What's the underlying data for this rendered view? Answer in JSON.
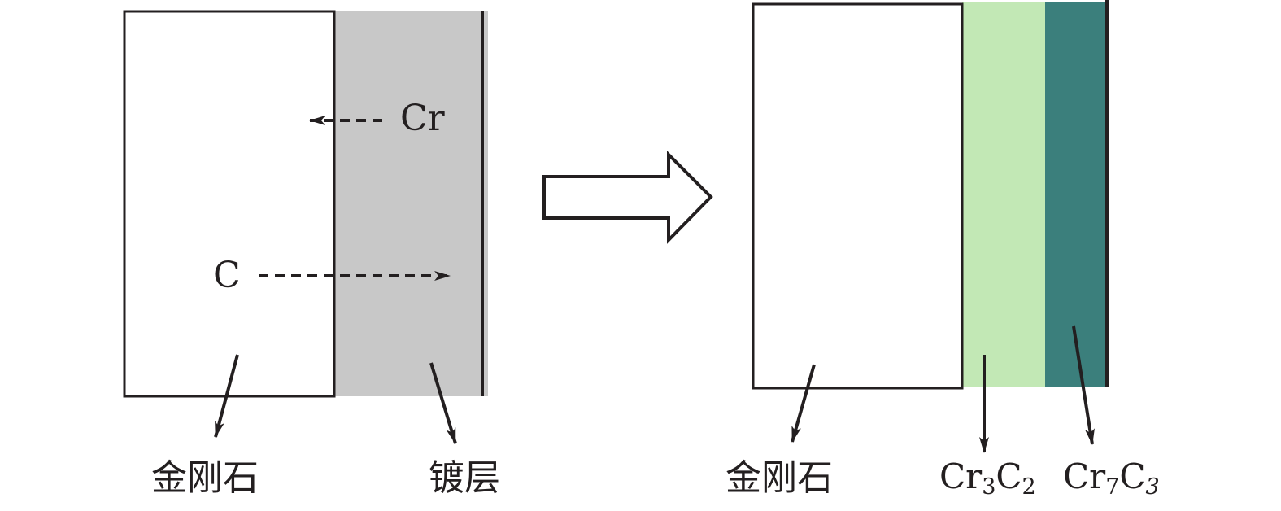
{
  "left_panel": {
    "cr_label": "Cr",
    "c_label": "C",
    "diamond_label": "金刚石",
    "coating_label": "镀层",
    "coating_color": "#c8c8c8"
  },
  "right_panel": {
    "diamond_label": "金刚石",
    "cr3c2": {
      "base": "Cr",
      "sub1": "3",
      "mid": "C",
      "sub2": "2"
    },
    "cr7c3": {
      "base": "Cr",
      "sub1": "7",
      "mid": "C",
      "sub2": "3"
    },
    "cr3c2_color": "#c2e8b5",
    "cr7c3_color": "#3b7f7c"
  },
  "transition_arrow": "hollow-right-arrow"
}
